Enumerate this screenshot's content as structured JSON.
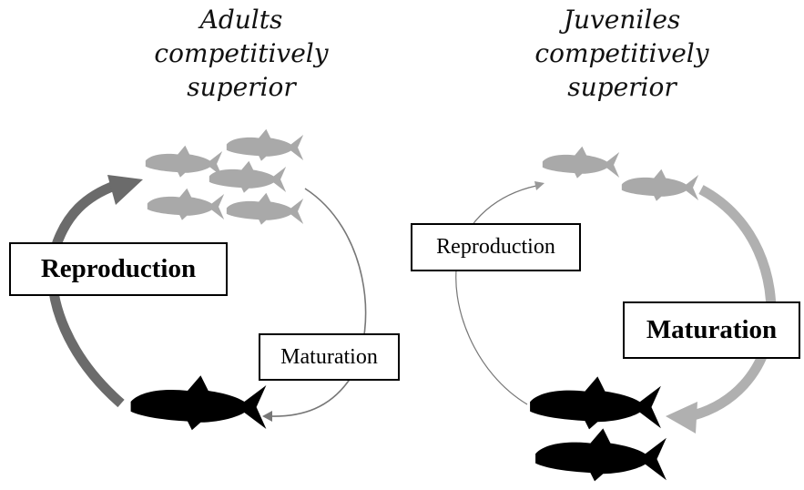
{
  "left_cycle": {
    "title_lines": [
      "Adults",
      "competitively",
      "superior"
    ],
    "major_label": "Reproduction",
    "minor_label": "Maturation",
    "juvenile_fish_count": 5,
    "adult_fish_count": 1
  },
  "right_cycle": {
    "title_lines": [
      "Juveniles",
      "competitively",
      "superior"
    ],
    "major_label": "Maturation",
    "minor_label": "Reproduction",
    "juvenile_fish_count": 2,
    "adult_fish_count": 2
  },
  "colors": {
    "juvenile_fish": "#a9a9a9",
    "adult_fish": "#000000",
    "major_arrow_left": "#6b6b6b",
    "major_arrow_right": "#b0b0b0",
    "minor_arrow": "#777777"
  }
}
